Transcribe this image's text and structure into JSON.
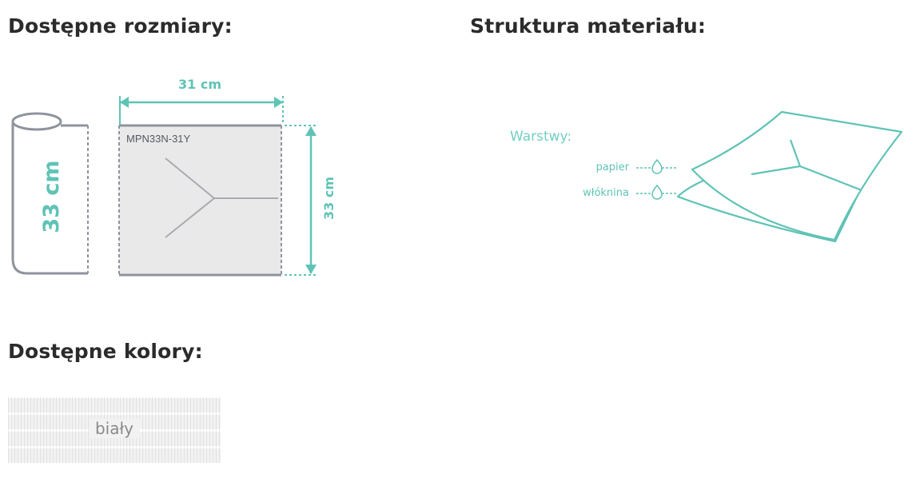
{
  "sizes": {
    "heading": "Dostępne rozmiary:",
    "roll_height_label": "33 cm",
    "width_label": "31 cm",
    "height_label": "33 cm",
    "product_code": "MPN33N-31Y"
  },
  "structure": {
    "heading": "Struktura materiału:",
    "layers_title": "Warstwy:",
    "layers": [
      "papier",
      "włóknina"
    ]
  },
  "colors": {
    "heading": "Dostępne kolory:",
    "items": [
      {
        "label": "biały",
        "color": "#f2f2f2"
      }
    ]
  },
  "palette": {
    "accent": "#5fc3b5",
    "outline": "#8e939c",
    "sheet_fill": "#e9e9ea",
    "heading_text": "#2b2b2b"
  }
}
